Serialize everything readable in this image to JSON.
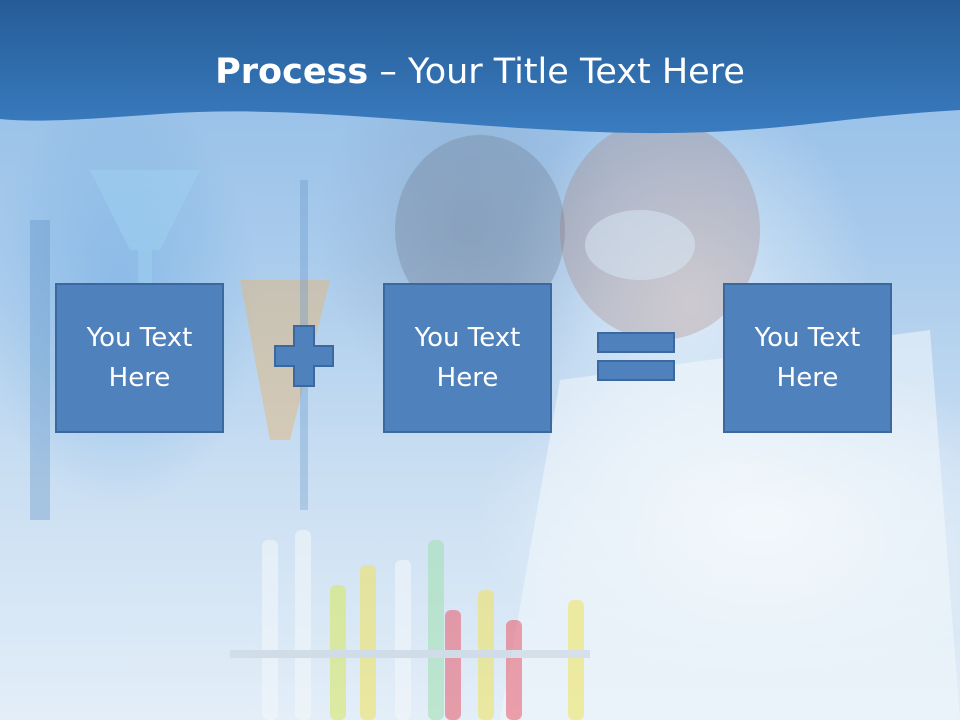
{
  "slide": {
    "title_bold": "Process",
    "title_rest": " – Your Title Text Here"
  },
  "process": {
    "box1": "You Text\nHere",
    "box2": "You Text\nHere",
    "box3": "You Text\nHere",
    "operator1": "plus-icon",
    "operator2": "equals-icon"
  },
  "colors": {
    "header": "#2f6aa6",
    "box_fill": "#4f81bd",
    "box_border": "#3a689f"
  }
}
